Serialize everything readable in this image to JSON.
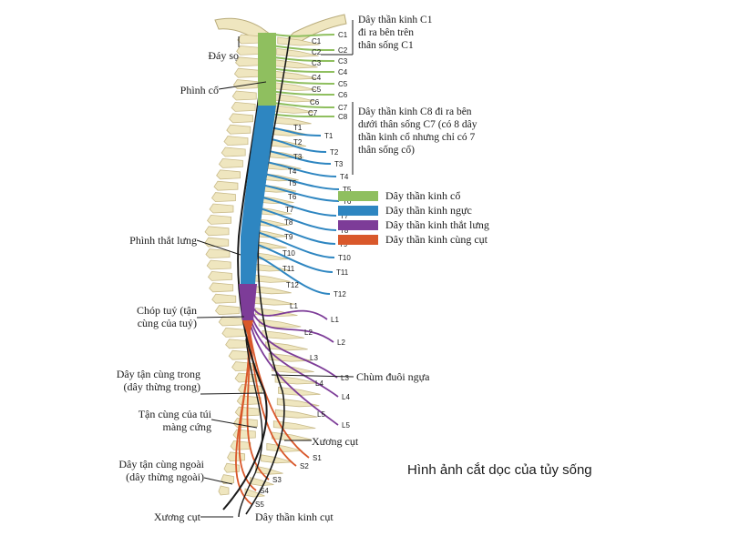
{
  "labels": {
    "skull_base": "Đáy sọ",
    "cervical_enlargement": "Phình cổ",
    "lumbar_enlargement": "Phình thắt lưng",
    "conus": "Chóp tuỷ (tận\ncùng của tuỷ)",
    "filum_internum": "Dây tận cùng trong\n(dây thừng trong)",
    "dural_sac_end": "Tận cùng của túi\nmàng cứng",
    "filum_externum": "Dây tận cùng ngoài\n(dây thừng ngoài)",
    "coccyx_left": "Xương cụt",
    "coccygeal_nerve": "Dây thần kinh cụt",
    "cauda_equina": "Chùm đuôi ngựa",
    "coccyx_right": "Xương cụt"
  },
  "notes": {
    "c1": "Dây thần kinh C1\nđi ra bên trên\nthân sống C1",
    "c8": "Dây thần kinh C8 đi ra bên\ndưới thân sống C7 (có 8 dây\nthần kinh cổ nhưng chỉ có 7\nthân sống cổ)"
  },
  "legend": [
    {
      "label": "Dây thần kinh cổ",
      "color": "#8fbf5f"
    },
    {
      "label": "Dây thần kinh ngực",
      "color": "#2e86c1"
    },
    {
      "label": "Dây thần kinh thắt lưng",
      "color": "#7d3c98"
    },
    {
      "label": "Dây thần kinh cùng cụt",
      "color": "#d9582b"
    }
  ],
  "caption": "Hình ảnh cắt dọc của tủy sống",
  "vertebra_labels": [
    "C1",
    "C2",
    "C3",
    "C4",
    "C5",
    "C6",
    "C7",
    "T1",
    "T2",
    "T3",
    "T4",
    "T5",
    "T6",
    "T7",
    "T8",
    "T9",
    "T10",
    "T11",
    "T12",
    "L1",
    "L2",
    "L3",
    "L4",
    "L5"
  ],
  "nerve_labels": [
    "C1",
    "C2",
    "C3",
    "C4",
    "C5",
    "C6",
    "C7",
    "C8",
    "T1",
    "T2",
    "T3",
    "T4",
    "T5",
    "T6",
    "T7",
    "T8",
    "T9",
    "T10",
    "T11",
    "T12",
    "L1",
    "L2",
    "L3",
    "L4",
    "L5",
    "S1",
    "S2",
    "S3",
    "S4",
    "S5"
  ],
  "colors": {
    "cervical": "#8fbf5f",
    "thoracic": "#2e86c1",
    "lumbar": "#7d3c98",
    "sacral": "#d9582b",
    "bone": "#efe6bf"
  }
}
